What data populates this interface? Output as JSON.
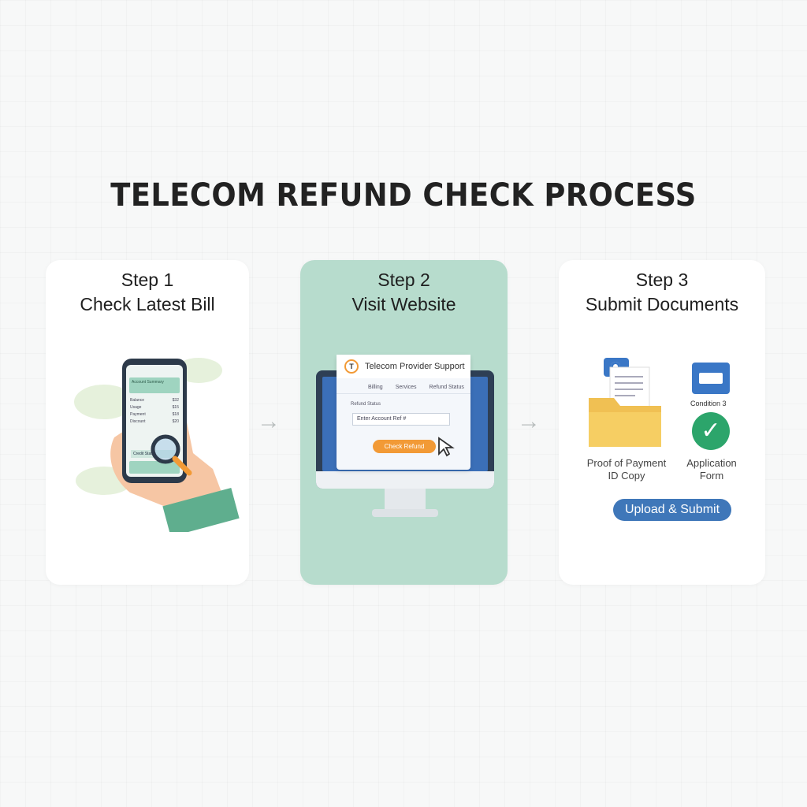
{
  "title": "TELECOM REFUND CHECK PROCESS",
  "steps": [
    {
      "number": "Step 1",
      "label": "Check Latest Bill"
    },
    {
      "number": "Step 2",
      "label": "Visit Website"
    },
    {
      "number": "Step 3",
      "label": "Submit Documents"
    }
  ],
  "phone": {
    "header": "Account Summary",
    "rows": [
      {
        "label": "Balance",
        "value": "$32"
      },
      {
        "label": "Usage",
        "value": "$15"
      },
      {
        "label": "Payment",
        "value": "$18"
      },
      {
        "label": "Discount",
        "value": "$20"
      }
    ],
    "button": "Credit Status"
  },
  "website": {
    "title": "Telecom Provider Support",
    "nav": [
      "Billing",
      "Services",
      "Refund Status"
    ],
    "form_label": "Refund Status",
    "account_placeholder": "Enter Account Ref #",
    "button": "Check Refund"
  },
  "documents": {
    "proof": "Proof of Payment ID Copy",
    "application": "Application Form",
    "partial_label": "Condition 3",
    "upload_button": "Upload & Submit"
  },
  "colors": {
    "accent_green": "#b7dccd",
    "orange": "#f29a36",
    "blue": "#3f77b9",
    "check_green": "#2ca56b"
  }
}
